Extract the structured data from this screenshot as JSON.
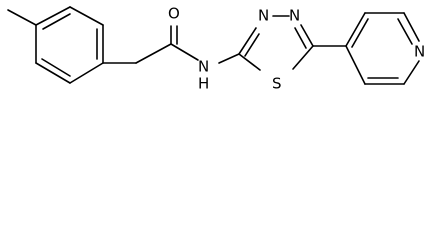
{
  "molecule": {
    "atoms": {
      "oxygen": "O",
      "amide_nitrogen": "N",
      "amide_hydrogen": "H",
      "thiadiazole_n3": "N",
      "thiadiazole_n4": "N",
      "sulfur": "S",
      "pyridine_nitrogen": "N"
    }
  }
}
